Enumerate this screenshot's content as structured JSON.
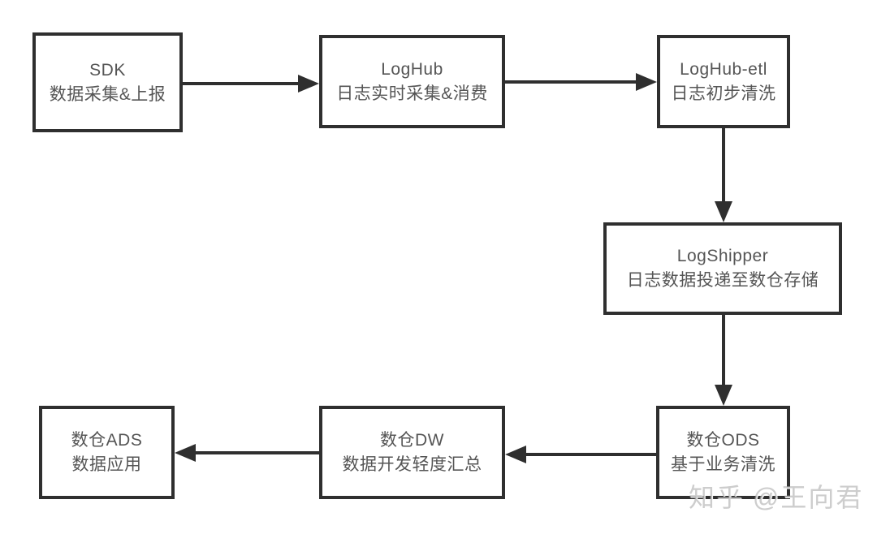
{
  "diagram": {
    "nodes": [
      {
        "id": "sdk",
        "title": "SDK",
        "subtitle": "数据采集&上报"
      },
      {
        "id": "loghub",
        "title": "LogHub",
        "subtitle": "日志实时采集&消费"
      },
      {
        "id": "loghub-etl",
        "title": "LogHub-etl",
        "subtitle": "日志初步清洗"
      },
      {
        "id": "logshipper",
        "title": "LogShipper",
        "subtitle": "日志数据投递至数仓存储"
      },
      {
        "id": "ods",
        "title": "数仓ODS",
        "subtitle": "基于业务清洗"
      },
      {
        "id": "dw",
        "title": "数仓DW",
        "subtitle": "数据开发轻度汇总"
      },
      {
        "id": "ads",
        "title": "数仓ADS",
        "subtitle": "数据应用"
      }
    ],
    "edges": [
      {
        "from": "SDK",
        "to": "LogHub"
      },
      {
        "from": "LogHub",
        "to": "LogHub-etl"
      },
      {
        "from": "LogHub-etl",
        "to": "LogShipper"
      },
      {
        "from": "LogShipper",
        "to": "数仓ODS"
      },
      {
        "from": "数仓ODS",
        "to": "数仓DW"
      },
      {
        "from": "数仓DW",
        "to": "数仓ADS"
      }
    ],
    "colors": {
      "line": "#2f2f2f",
      "text": "#555555",
      "background": "#ffffff",
      "watermark": "#aeaeae"
    }
  },
  "watermark": {
    "text": "知乎 @王向君"
  }
}
